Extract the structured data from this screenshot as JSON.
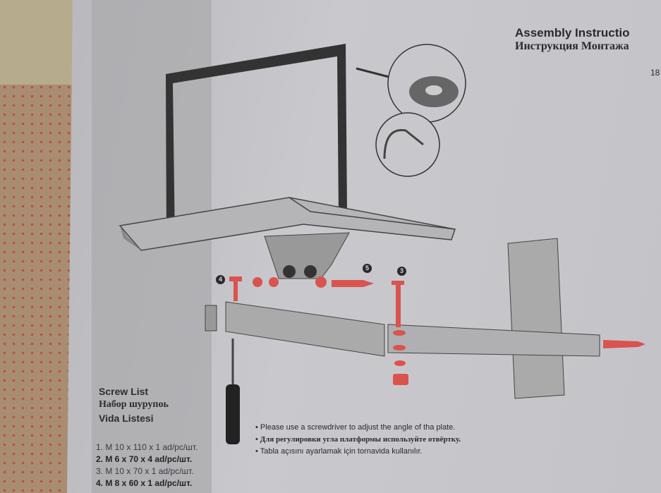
{
  "header": {
    "title": "Assembly Instructio",
    "title_ru": "Инструкция Монтажа",
    "page_number": "18"
  },
  "callouts": [
    "4",
    "5",
    "3"
  ],
  "screw_list": {
    "title_en": "Screw List",
    "title_ru": "Набор шурупоь",
    "title_tr": "Vida Listesi",
    "items": [
      "1. M 10 x 110 x 1 ad/pc/шт.",
      "2. M 6  x 70  x 4 ad/pc/шт.",
      "3. M 10 x 70  x 1 ad/pc/шт.",
      "4. M 8  x 60  x 1 ad/pc/шт."
    ]
  },
  "notes": [
    "Please use a screwdriver to adjust the angle of tha plate.",
    "Для регулировки угла платформы используйте отвёртку.",
    "Tabla açısını ayarlamak için tornavida kullanılır."
  ],
  "colors": {
    "paper": "#c6c6ca",
    "hardware_red": "#d9534f",
    "ink": "#2a2a2e"
  }
}
